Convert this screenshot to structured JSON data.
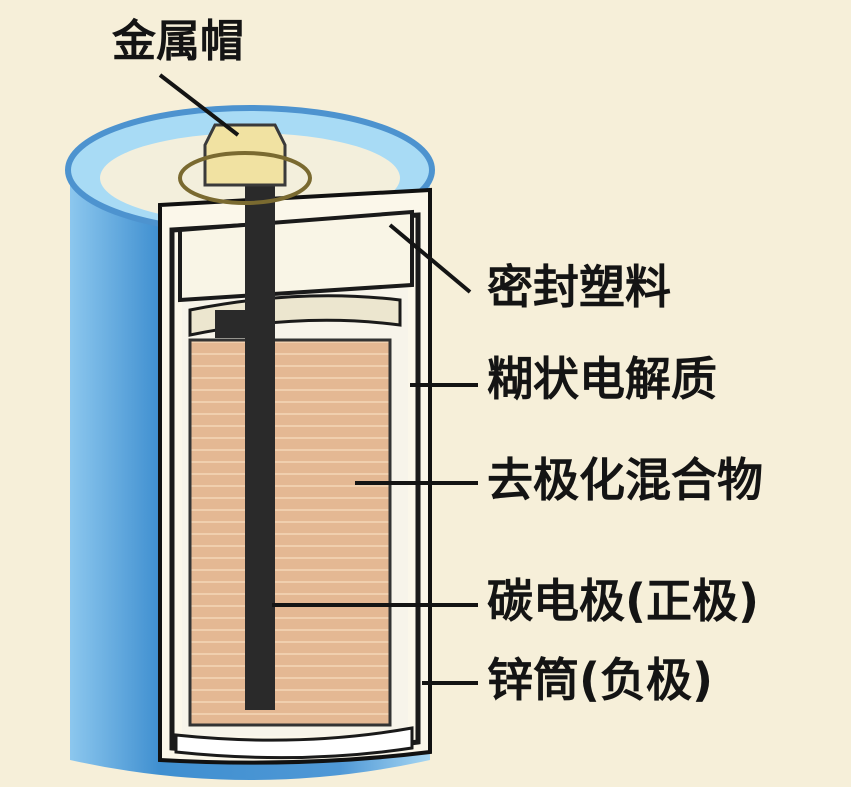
{
  "labels": {
    "metal_cap": "金属帽",
    "sealing_plastic": "密封塑料",
    "paste_electrolyte": "糊状电解质",
    "depolarizer_mixture": "去极化混合物",
    "carbon_electrode": "碳电极(正极)",
    "zinc_can": "锌筒(负极)"
  },
  "colors": {
    "background": "#f6efd9",
    "casing_blue": "#5aa0d8",
    "casing_light": "#bfe3f6",
    "mixture_tan": "#e3b791",
    "carbon_rod": "#2a2a2a",
    "cap_yellow": "#f1e2a2",
    "line": "#141414"
  }
}
